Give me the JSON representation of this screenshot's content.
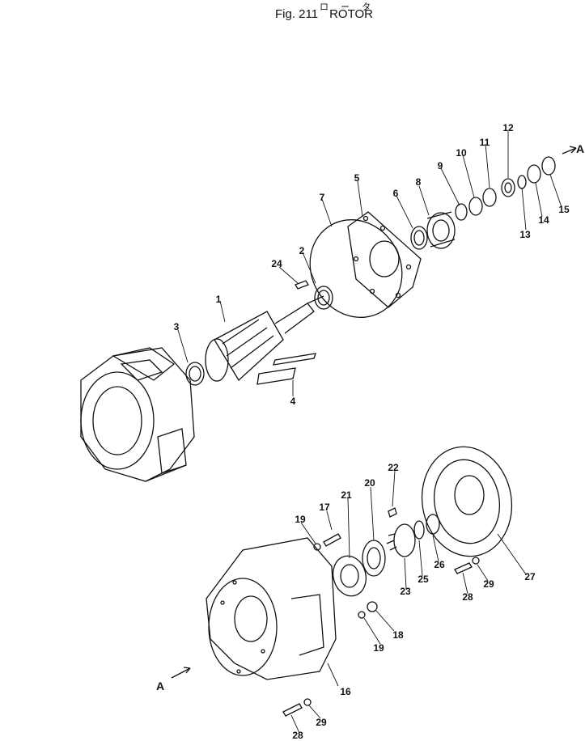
{
  "header": {
    "subtitle_jp": "ロ ー タ",
    "fig_no": "Fig. 211",
    "title": "ROTOR"
  },
  "view_markers": {
    "a_top": "A",
    "a_bottom": "A"
  },
  "parts": [
    {
      "no": "1"
    },
    {
      "no": "2"
    },
    {
      "no": "3"
    },
    {
      "no": "4"
    },
    {
      "no": "5"
    },
    {
      "no": "6"
    },
    {
      "no": "7"
    },
    {
      "no": "8"
    },
    {
      "no": "9"
    },
    {
      "no": "10"
    },
    {
      "no": "11"
    },
    {
      "no": "12"
    },
    {
      "no": "13"
    },
    {
      "no": "14"
    },
    {
      "no": "15"
    },
    {
      "no": "24"
    },
    {
      "no": "16"
    },
    {
      "no": "17"
    },
    {
      "no": "18"
    },
    {
      "no": "19"
    },
    {
      "no": "19"
    },
    {
      "no": "20"
    },
    {
      "no": "21"
    },
    {
      "no": "22"
    },
    {
      "no": "23"
    },
    {
      "no": "25"
    },
    {
      "no": "26"
    },
    {
      "no": "27"
    },
    {
      "no": "28"
    },
    {
      "no": "28"
    },
    {
      "no": "29"
    },
    {
      "no": "29"
    }
  ]
}
